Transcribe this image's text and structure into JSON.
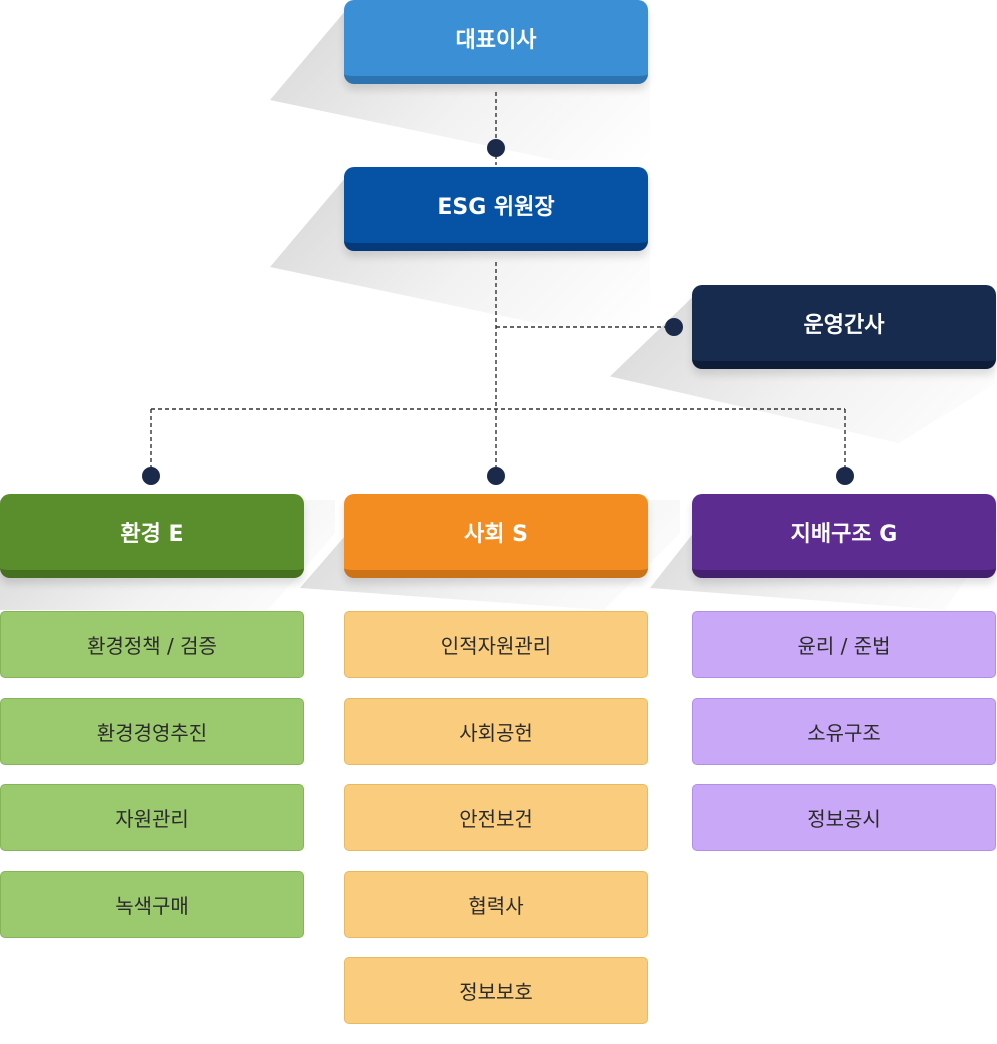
{
  "org": {
    "ceo": "대표이사",
    "chair": "ESG 위원장",
    "secretary": "운영간사",
    "divisions": [
      {
        "head": "환경 E",
        "color": "#5a8e2c",
        "items": [
          "환경정책 / 검증",
          "환경경영추진",
          "자원관리",
          "녹색구매"
        ]
      },
      {
        "head": "사회 S",
        "color": "#f48d21",
        "items": [
          "인적자원관리",
          "사회공헌",
          "안전보건",
          "협력사",
          "정보보호"
        ]
      },
      {
        "head": "지배구조 G",
        "color": "#5c2c91",
        "items": [
          "윤리 / 준법",
          "소유구조",
          "정보공시"
        ]
      }
    ]
  }
}
